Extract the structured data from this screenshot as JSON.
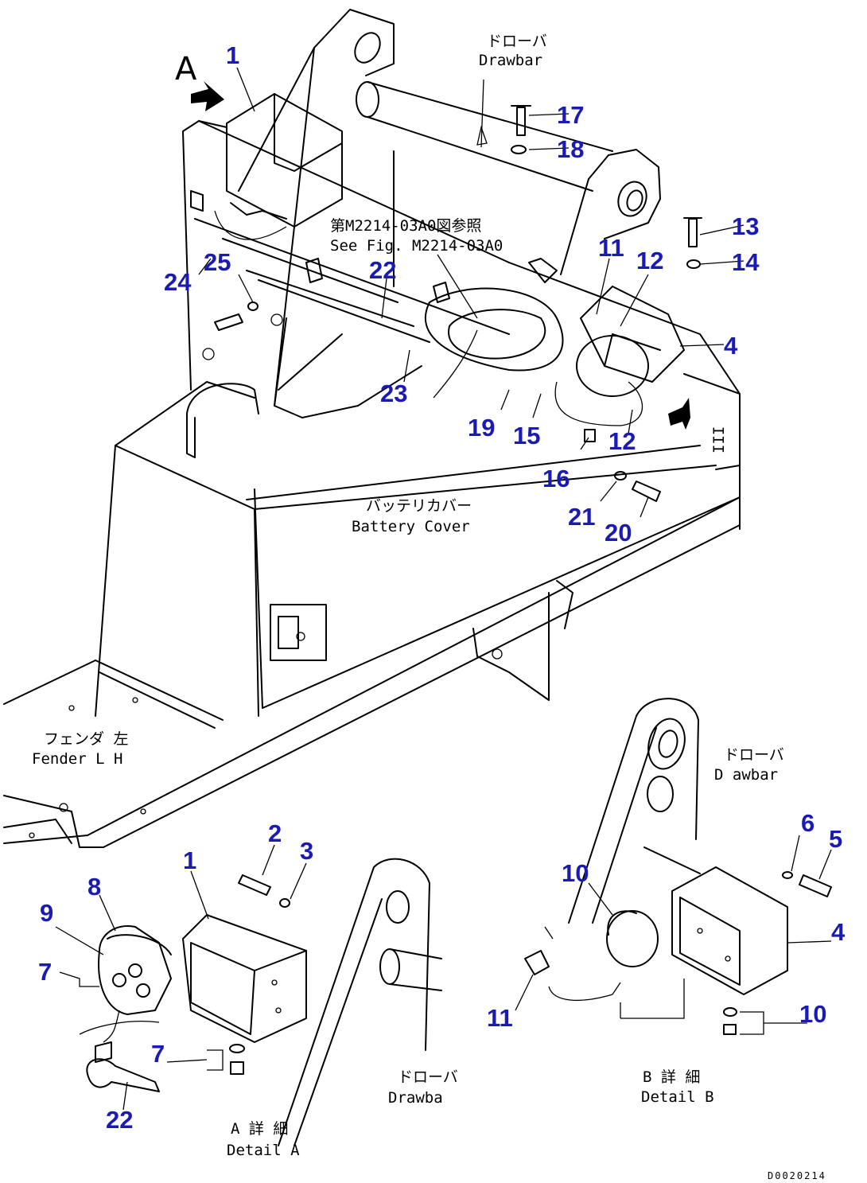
{
  "view_letter": "A",
  "labels": {
    "drawbar_top_jp": "ドローバ",
    "drawbar_top_en": "Drawbar",
    "ref_jp": "第M2214-03A0図参照",
    "ref_en": "See Fig. M2214-03A0",
    "battery_cover_jp": "バッテリカバー",
    "battery_cover_en": "Battery Cover",
    "fender_jp": "フェンダ 左",
    "fender_en": "Fender L H",
    "drawbar_b_jp": "ドローバ",
    "drawbar_b_en": "D awbar",
    "drawbar_a_jp": "ドローバ",
    "drawbar_a_en": "Drawba",
    "detail_b_jp": "B 詳 細",
    "detail_b_en": "Detail B",
    "detail_a_jp": "A 詳 細",
    "detail_a_en": "Detail A",
    "drawing_code": "D0020214"
  },
  "callouts": {
    "c1_main": "1",
    "c17": "17",
    "c18": "18",
    "c13": "13",
    "c14": "14",
    "c11_main": "11",
    "c12_top": "12",
    "c4_main": "4",
    "c22_main": "22",
    "c25": "25",
    "c24": "24",
    "c23": "23",
    "c19": "19",
    "c15": "15",
    "c12_low": "12",
    "c16": "16",
    "c21": "21",
    "c20": "20",
    "c1_detail": "1",
    "c2": "2",
    "c3": "3",
    "c8": "8",
    "c9": "9",
    "c7_top": "7",
    "c7_low": "7",
    "c22_detail": "22",
    "c10_top": "10",
    "c6": "6",
    "c5": "5",
    "c4_detail": "4",
    "c11_detail": "11",
    "c10_low": "10"
  }
}
